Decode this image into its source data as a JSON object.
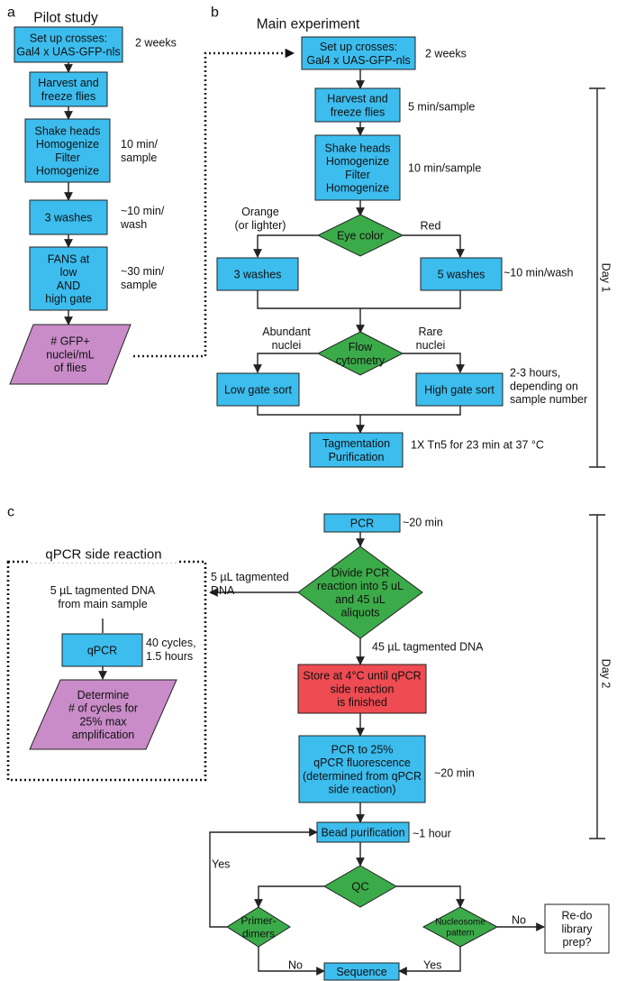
{
  "colors": {
    "process": "#3cbdee",
    "decision": "#3bab49",
    "io": "#c98cc8",
    "alert": "#ee4b52",
    "stroke": "#222222"
  },
  "panel_a": {
    "letter": "a",
    "title": "Pilot study",
    "step1": [
      "Set up crosses:",
      "Gal4 x UAS-GFP-nls"
    ],
    "step1_time": "2 weeks",
    "step2": [
      "Harvest and",
      "freeze flies"
    ],
    "step3": [
      "Shake heads",
      "Homogenize",
      "Filter",
      "Homogenize"
    ],
    "step3_time": [
      "10 min/",
      "sample"
    ],
    "step4": [
      "3 washes"
    ],
    "step4_time": [
      "~10 min/",
      "wash"
    ],
    "step5": [
      "FANS at",
      "low",
      "AND",
      "high gate"
    ],
    "step5_time": [
      "~30 min/",
      "sample"
    ],
    "output": [
      "# GFP+",
      "nuclei/mL",
      "of flies"
    ]
  },
  "panel_b": {
    "letter": "b",
    "title": "Main experiment",
    "step1": [
      "Set up crosses:",
      "Gal4 x UAS-GFP-nls"
    ],
    "step1_time": "2 weeks",
    "step2": [
      "Harvest and",
      "freeze flies"
    ],
    "step2_time": "5 min/sample",
    "step3": [
      "Shake heads",
      "Homogenize",
      "Filter",
      "Homogenize"
    ],
    "step3_time": "10 min/sample",
    "decision1": [
      "Eye color"
    ],
    "decision1_left": [
      "Orange",
      "(or lighter)"
    ],
    "decision1_right": [
      "Red"
    ],
    "wash_left": [
      "3 washes"
    ],
    "wash_right": [
      "5 washes"
    ],
    "wash_time": "~10 min/wash",
    "decision2": [
      "Flow",
      "cytometry"
    ],
    "decision2_left": [
      "Abundant",
      "nuclei"
    ],
    "decision2_right": [
      "Rare",
      "nuclei"
    ],
    "sort_left": [
      "Low gate sort"
    ],
    "sort_right": [
      "High gate sort"
    ],
    "sort_time": [
      "2-3 hours,",
      "depending on",
      "sample number"
    ],
    "tagment": [
      "Tagmentation",
      "Purification"
    ],
    "tagment_time": "1X Tn5 for 23 min at 37 °C",
    "day_label": "Day 1"
  },
  "panel_c": {
    "letter": "c",
    "pcr": [
      "PCR"
    ],
    "pcr_time": "~20 min",
    "side_title": "qPCR side reaction",
    "side_input": [
      "5 µL tagmented DNA",
      "from main sample"
    ],
    "qpcr": [
      "qPCR"
    ],
    "qpcr_time": [
      "40 cycles,",
      "1.5 hours"
    ],
    "determine": [
      "Determine",
      "# of cycles for",
      "25% max",
      "amplification"
    ],
    "divide": [
      "Divide PCR",
      "reaction into 5 uL",
      "and 45 uL",
      "aliquots"
    ],
    "divide_left_label": [
      "5 µL tagmented",
      "DNA"
    ],
    "divide_down_label": "45 µL tagmented DNA",
    "store": [
      "Store  at 4°C until qPCR",
      "side  reaction",
      "is finished"
    ],
    "pcr25": [
      "PCR to 25%",
      "qPCR fluorescence",
      "(determined from qPCR",
      "side reaction)"
    ],
    "pcr25_time": "~20 min",
    "bead": [
      "Bead purification"
    ],
    "bead_time": "~1 hour",
    "qc": [
      "QC"
    ],
    "primer": [
      "Primer-",
      "dimers"
    ],
    "primer_yes": "Yes",
    "primer_no": "No",
    "nucleosome": [
      "Nucleosome",
      "pattern"
    ],
    "nucleo_no": "No",
    "nucleo_yes": "Yes",
    "redo": [
      "Re-do",
      "library",
      "prep?"
    ],
    "sequence": [
      "Sequence"
    ],
    "day_label": "Day 2"
  }
}
